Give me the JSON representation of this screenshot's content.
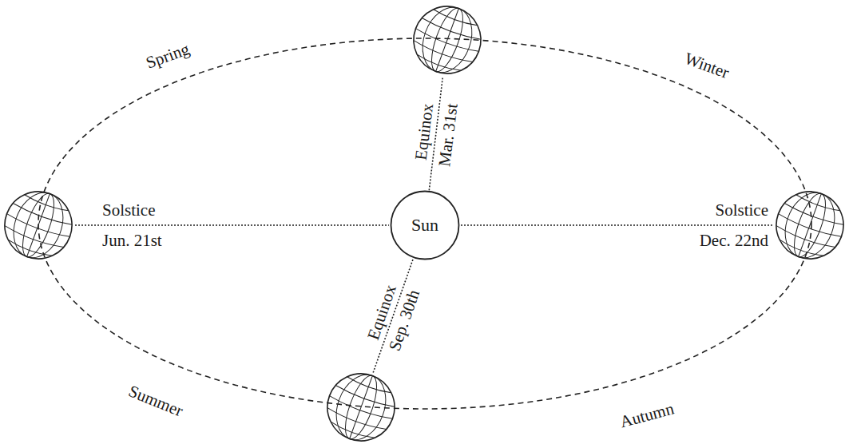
{
  "diagram": {
    "nodes": [
      {
        "text": [
          "Sun"
        ]
      }
    ],
    "labels": [
      "Spring",
      "Winter",
      "Equinox",
      "Mar. 31st",
      "Solstice",
      "Jun. 21st",
      "Solstice",
      "Dec. 22nd",
      "Equinox",
      "Sep. 30th",
      "Summer",
      "Autumn"
    ]
  }
}
